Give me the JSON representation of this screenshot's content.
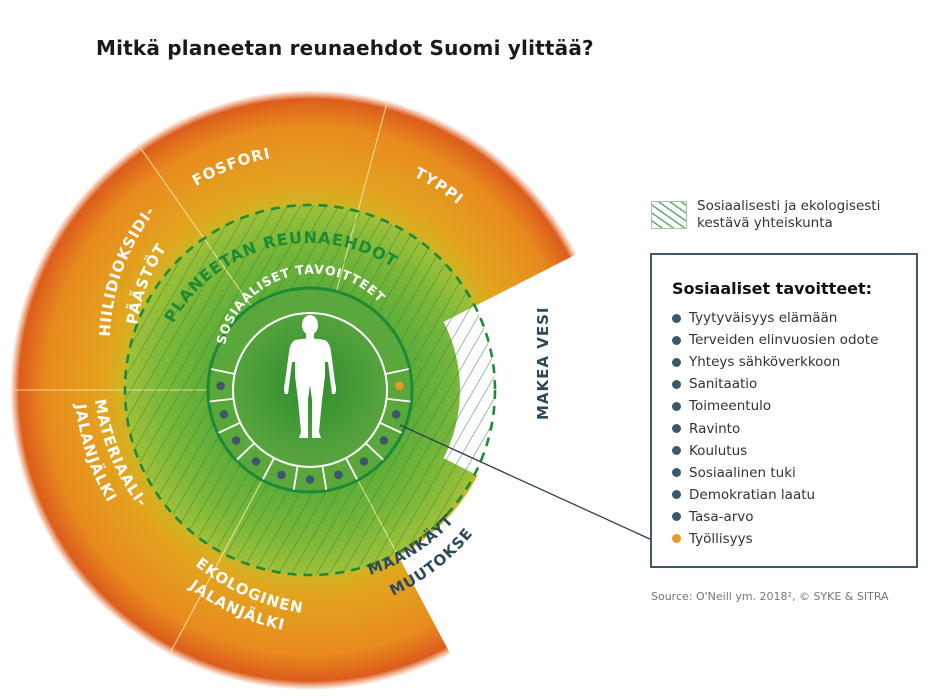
{
  "title": "Mitkä planeetan reunaehdot Suomi ylittää?",
  "diagram": {
    "outer_ring_label": "PLANEETAN REUNAEHDOT",
    "inner_circle_label": "SOSIAALISET TAVOITTEET",
    "boundaries": {
      "fosfori": "FOSFORI",
      "typpi": "TYPPI",
      "hiilidioksidi_line1": "HIILIDIOKSIDI-",
      "hiilidioksidi_line2": "PÄÄSTÖT",
      "materiaali_line1": "MATERIAALI-",
      "materiaali_line2": "JALANJÄLKI",
      "ekologinen_line1": "EKOLOGINEN",
      "ekologinen_line2": "JALANJÄLKI",
      "makea_vesi": "MAKEA VESI",
      "maankaytto_line1": "MAANKÄYTÖN",
      "maankaytto_line2": "MUUTOKSET"
    },
    "social_segments": 11,
    "highlight_segment_color": "#e89a26"
  },
  "legend": {
    "hatch_label": "Sosiaalisesti ja ekologisesti kestävä yhteiskunta",
    "goals_title": "Sosiaaliset tavoitteet:",
    "goals": [
      {
        "label": "Tyytyväisyys elämään",
        "color": "#3d5868"
      },
      {
        "label": "Terveiden elinvuosien odote",
        "color": "#3d5868"
      },
      {
        "label": "Yhteys sähköverkkoon",
        "color": "#3d5868"
      },
      {
        "label": "Sanitaatio",
        "color": "#3d5868"
      },
      {
        "label": "Toimeentulo",
        "color": "#3d5868"
      },
      {
        "label": "Ravinto",
        "color": "#3d5868"
      },
      {
        "label": "Koulutus",
        "color": "#3d5868"
      },
      {
        "label": "Sosiaalinen tuki",
        "color": "#3d5868"
      },
      {
        "label": "Demokratian laatu",
        "color": "#3d5868"
      },
      {
        "label": "Tasa-arvo",
        "color": "#3d5868"
      },
      {
        "label": "Työllisyys",
        "color": "#e89a26"
      }
    ]
  },
  "source": "Source: O'Neill ym. 2018², © SYKE & SITRA",
  "colors": {
    "orange": "#e8871e",
    "orange_edge": "#d9561c",
    "green": "#5cae3c",
    "dark_green": "#1e8a35",
    "navy": "#3d5868"
  }
}
